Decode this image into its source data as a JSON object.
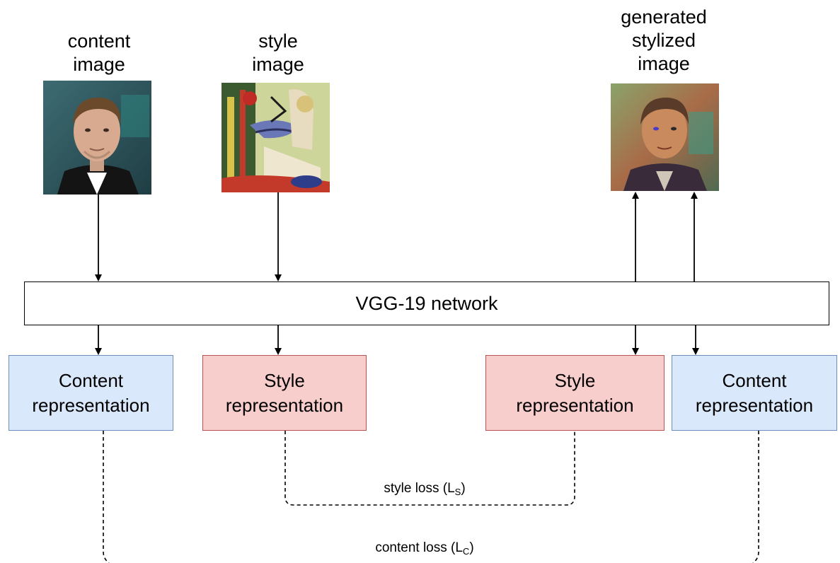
{
  "images": {
    "content": {
      "label_line1": "content",
      "label_line2": "image"
    },
    "style": {
      "label_line1": "style",
      "label_line2": "image"
    },
    "generated": {
      "label_line1": "generated",
      "label_line2": "stylized",
      "label_line3": "image"
    }
  },
  "network": {
    "label": "VGG-19 network"
  },
  "representations": {
    "content_left": {
      "line1": "Content",
      "line2": "representation",
      "color": "#dae8fc"
    },
    "style_left": {
      "line1": "Style",
      "line2": "representation",
      "color": "#f8cecc"
    },
    "style_right": {
      "line1": "Style",
      "line2": "representation",
      "color": "#f8cecc"
    },
    "content_right": {
      "line1": "Content",
      "line2": "representation",
      "color": "#dae8fc"
    }
  },
  "losses": {
    "style": {
      "text": "style loss (L",
      "sub": "S",
      "close": ")"
    },
    "content": {
      "text": "content loss (L",
      "sub": "C",
      "close": ")"
    }
  }
}
